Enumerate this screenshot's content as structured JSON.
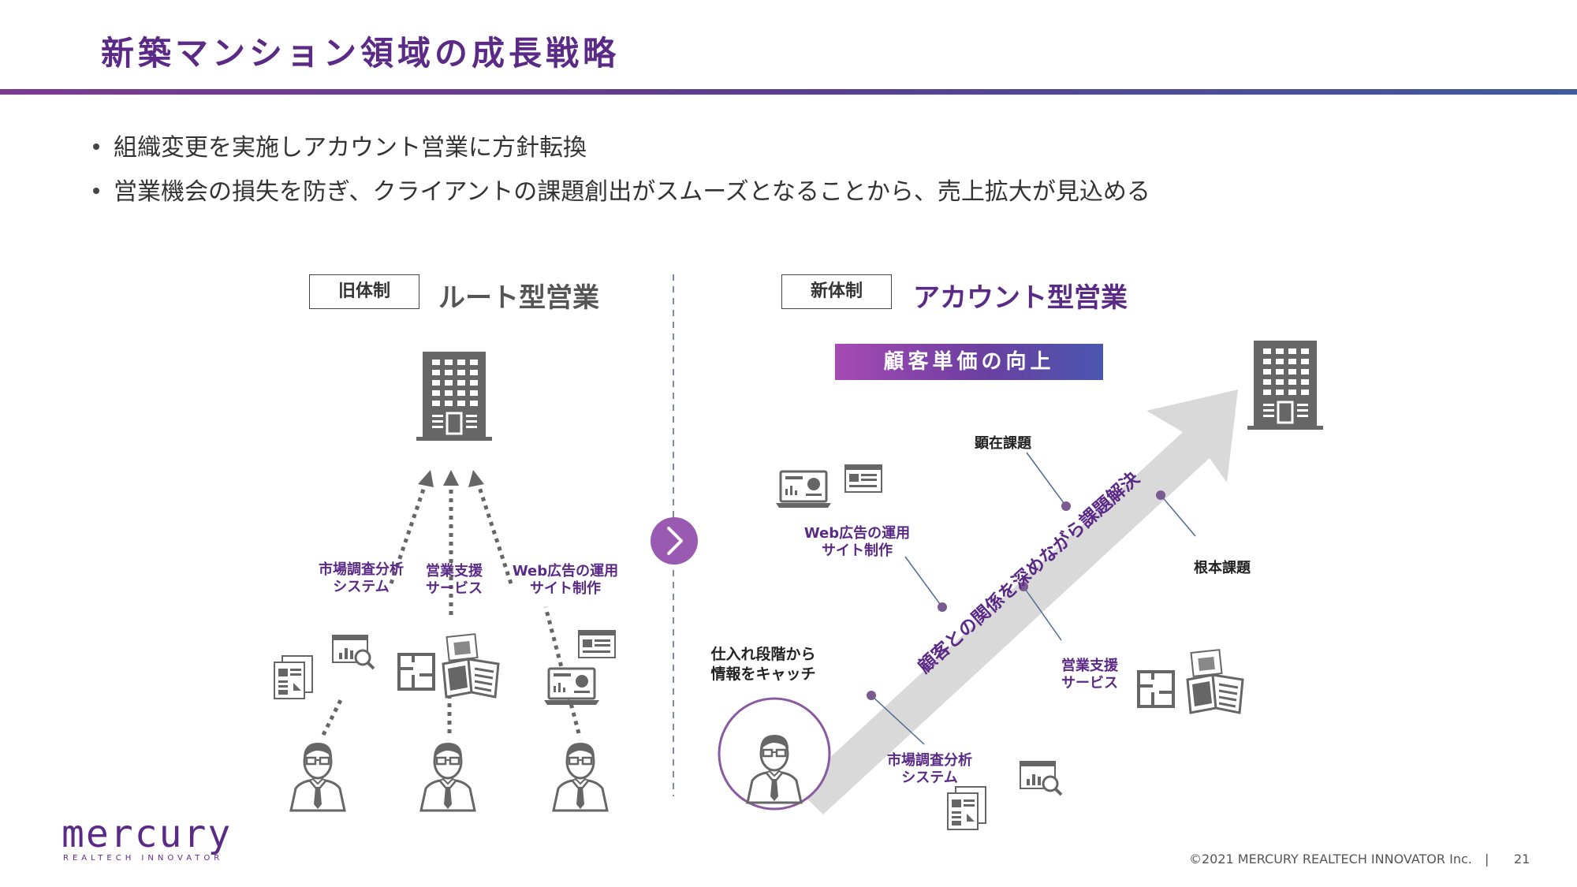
{
  "slide": {
    "title": "新築マンション領域の成長戦略",
    "bullets": [
      "組織変更を実施しアカウント営業に方針転換",
      "営業機会の損失を防ぎ、クライアントの課題創出がスムーズとなることから、売上拡大が見込める"
    ],
    "page_number": "21",
    "copyright": "©2021 MERCURY REALTECH INNOVATOR Inc.",
    "separator": "|"
  },
  "old_system": {
    "tag": "旧体制",
    "title": "ルート型営業",
    "labels": [
      {
        "line1": "市場調査分析",
        "line2": "システム"
      },
      {
        "line1": "営業支援",
        "line2": "サービス"
      },
      {
        "line1": "Web広告の運用",
        "line2": "サイト制作"
      }
    ]
  },
  "new_system": {
    "tag": "新体制",
    "title": "アカウント型営業",
    "banner": "顧客単価の向上",
    "arrow_text": "顧客との関係を深めながら課題解決",
    "catch_line1": "仕入れ段階から",
    "catch_line2": "情報をキャッチ",
    "surface_issue": "顕在課題",
    "root_issue": "根本課題",
    "web_ad_line1": "Web広告の運用",
    "web_ad_line2": "サイト制作",
    "sales_line1": "営業支援",
    "sales_line2": "サービス",
    "market_line1": "市場調査分析",
    "market_line2": "システム"
  },
  "logo": {
    "name": "mercury",
    "tagline": "REALTECH INNOVATOR"
  },
  "colors": {
    "brand_purple": "#5b2a86",
    "icon_gray": "#666666",
    "arrow_gray": "#d9d9d9"
  },
  "icons": [
    "building-icon",
    "person-icon",
    "document-icon",
    "browser-chart-icon",
    "floorplan-icon",
    "brochure-icon",
    "laptop-icon",
    "chevron-right-icon"
  ]
}
